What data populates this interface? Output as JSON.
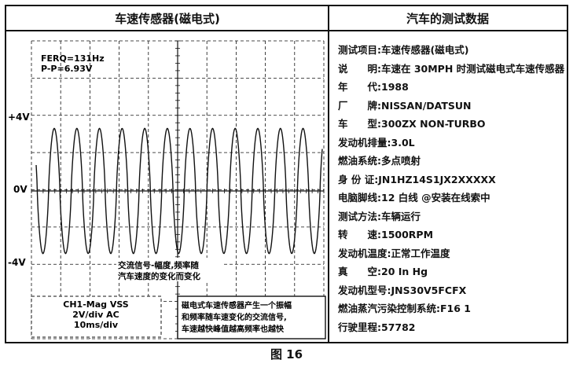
{
  "left_title": "车速传感器(磁电式)",
  "right_title": "汽车的测试数据",
  "scope": {
    "freq_label": "FERQ=131Hz",
    "pp_label": "P-P=6.93V",
    "y_labels": [
      "+4V",
      "0V",
      "-4V"
    ],
    "annotation_signal": [
      "交流信号-幅度,频率随",
      "汽车速度的变化而变化"
    ],
    "channel": [
      "CH1-Mag VSS",
      "2V/div AC",
      "10ms/div"
    ],
    "note": [
      "磁电式车速传感器产生一个振幅",
      "和频率随车速变化的交流信号,",
      "车速越快峰值越高频率也越快"
    ]
  },
  "chart_data": {
    "type": "line",
    "y_tick_labels": [
      "+4V",
      "0V",
      "-4V"
    ],
    "amplitude_v": 3.46,
    "frequency_hz": 131,
    "p_p_v": 6.93,
    "cycles_shown": 13
  },
  "rows": [
    {
      "k": "测试项目:",
      "v": "车速传感器(磁电式)"
    },
    {
      "k": "说　　明:",
      "v": "车速在 30MPH 时测试磁电式车速传感器"
    },
    {
      "k": "年　　代:",
      "v": "1988"
    },
    {
      "k": "厂　　牌:",
      "v": "NISSAN/DATSUN"
    },
    {
      "k": "车　　型:",
      "v": "300ZX NON-TURBO"
    },
    {
      "k": "发动机排量:",
      "v": "3.0L"
    },
    {
      "k": "燃油系统:",
      "v": "多点喷射"
    },
    {
      "k": "身 份 证:",
      "v": "JN1HZ14S1JX2XXXXX"
    },
    {
      "k": "电脑脚线:",
      "v": "12 白线 @安装在线索中"
    },
    {
      "k": "测试方法:",
      "v": "车辆运行"
    },
    {
      "k": "转　　速:",
      "v": "1500RPM"
    },
    {
      "k": "发动机温度:",
      "v": "正常工作温度"
    },
    {
      "k": "真　　空:",
      "v": "20 In Hg"
    },
    {
      "k": "发动机型号:",
      "v": "JNS30V5FCFX"
    },
    {
      "k": "燃油蒸汽污染控制系统:",
      "v": "F16 1"
    },
    {
      "k": "行驶里程:",
      "v": "57782"
    }
  ],
  "caption": "图 16"
}
